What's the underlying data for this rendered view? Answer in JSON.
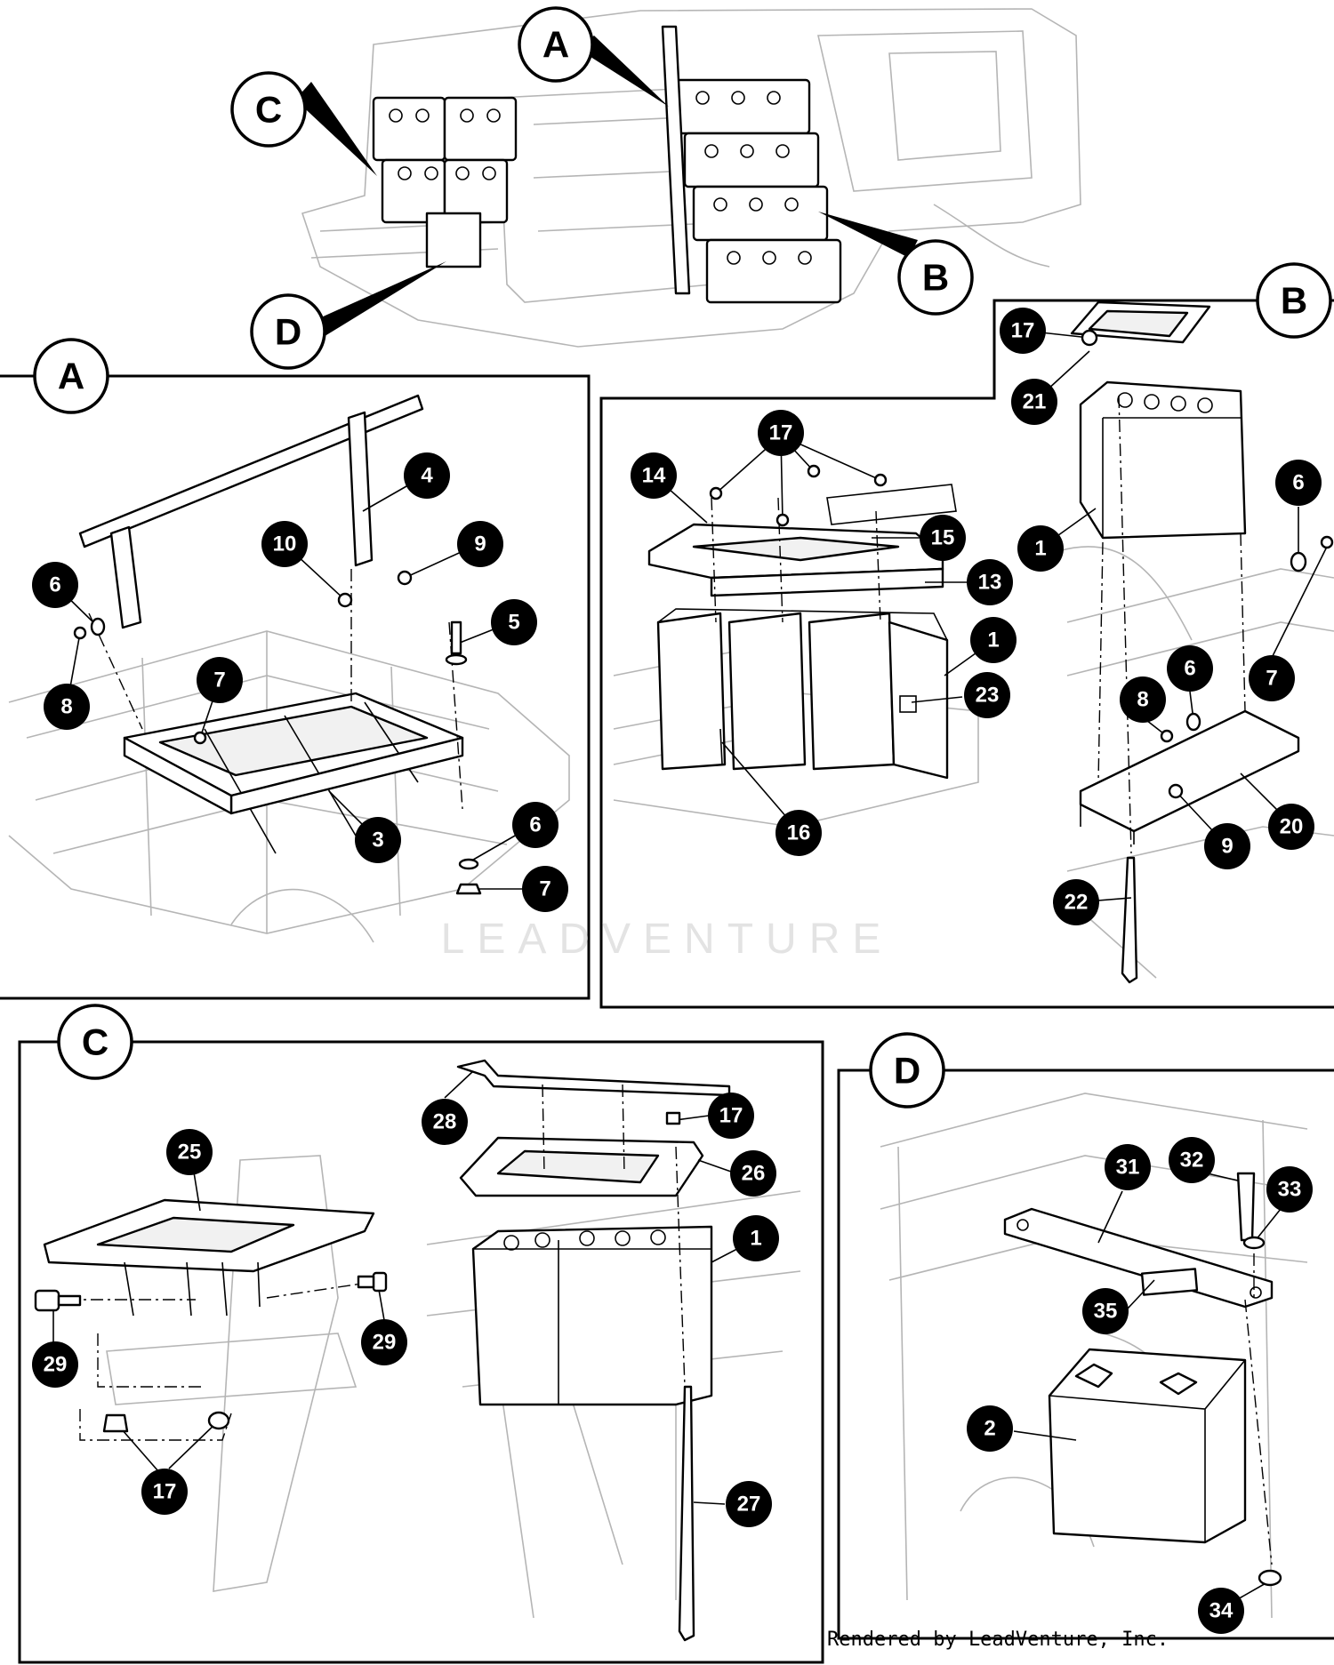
{
  "section_labels": {
    "overview": [
      "A",
      "B",
      "C",
      "D"
    ],
    "panel_a": "A",
    "panel_b": "B",
    "panel_c": "C",
    "panel_d": "D"
  },
  "callouts": {
    "panel_a": [
      "4",
      "10",
      "9",
      "6",
      "8",
      "7",
      "5",
      "3",
      "6",
      "7"
    ],
    "panel_b": [
      "17",
      "21",
      "17",
      "14",
      "15",
      "13",
      "1",
      "23",
      "16",
      "1",
      "6",
      "7",
      "6",
      "8",
      "20",
      "9",
      "22"
    ],
    "panel_c": [
      "28",
      "17",
      "26",
      "25",
      "1",
      "29",
      "29",
      "17",
      "27"
    ],
    "panel_d": [
      "31",
      "32",
      "33",
      "35",
      "2",
      "34"
    ]
  },
  "watermark": "LEADVENTURE",
  "footer": {
    "credit": "Rendered by LeadVenture, Inc."
  },
  "colors": {
    "ink": "#000000",
    "sketch": "#b5b5b5",
    "callout_text": "#ffffff"
  }
}
